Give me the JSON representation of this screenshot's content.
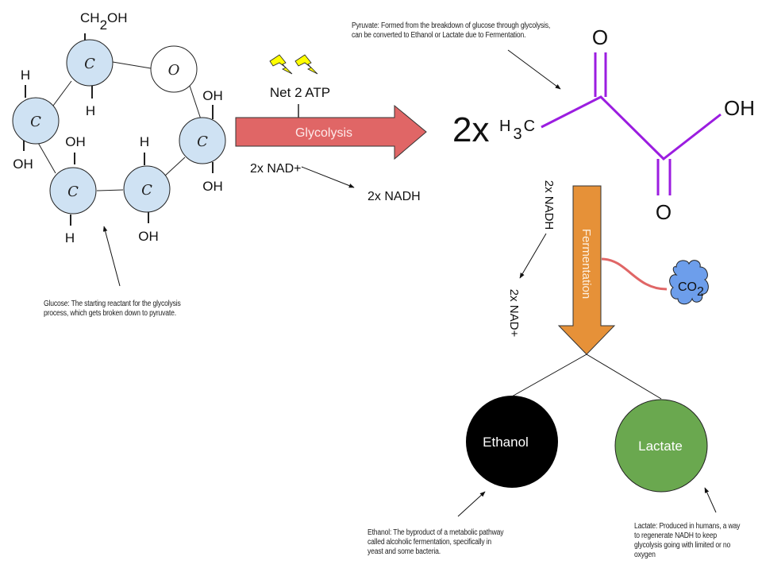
{
  "glucose": {
    "ring_atoms": [
      {
        "id": "c-top",
        "symbol": "C"
      },
      {
        "id": "o-ring",
        "symbol": "O"
      },
      {
        "id": "c-left",
        "symbol": "C"
      },
      {
        "id": "c-right",
        "symbol": "C"
      },
      {
        "id": "c-bottom-left",
        "symbol": "C"
      },
      {
        "id": "c-bottom-mid",
        "symbol": "C"
      }
    ],
    "substituents": {
      "ch2oh_main": "CH",
      "ch2oh_sub": "2",
      "ch2oh_tail": "OH",
      "h": "H",
      "oh": "OH"
    },
    "caption": "Glucose: The starting reactant for the glycolysis process, which gets broken down to pyruvate."
  },
  "glycolysis": {
    "arrow_label": "Glycolysis",
    "atp_label": "Net 2 ATP",
    "nad_in": "2x NAD+",
    "nadh_out": "2x NADH",
    "arrow_color": "#e06666"
  },
  "pyruvate": {
    "multiplier": "2x",
    "methyl_h": "H",
    "methyl_sub": "3",
    "methyl_c": "C",
    "carbonyl_o_top": "O",
    "carbonyl_o_bottom": "O",
    "hydroxyl": "OH",
    "bond_color": "#9b1de0",
    "caption": "Pyruvate: Formed from the breakdown of glucose through glycolysis, can be converted to Ethanol or Lactate due to Fermentation."
  },
  "fermentation": {
    "arrow_label": "Fermentation",
    "nadh_in": "2x NADH",
    "nad_out": "2x  NAD+",
    "co2_main": "CO",
    "co2_sub": "2",
    "arrow_color": "#e69138",
    "cloud_color": "#6d9eeb"
  },
  "products": {
    "ethanol": {
      "label": "Ethanol",
      "color": "#000000",
      "caption": "Ethanol: The byproduct of a metabolic pathway called alcoholic fermentation, specifically in yeast and some bacteria."
    },
    "lactate": {
      "label": "Lactate",
      "color": "#6aa84f",
      "caption": "Lactate: Produced in humans, a way to regenerate NADH to keep glycolysis going with limited or no oxygen"
    }
  }
}
